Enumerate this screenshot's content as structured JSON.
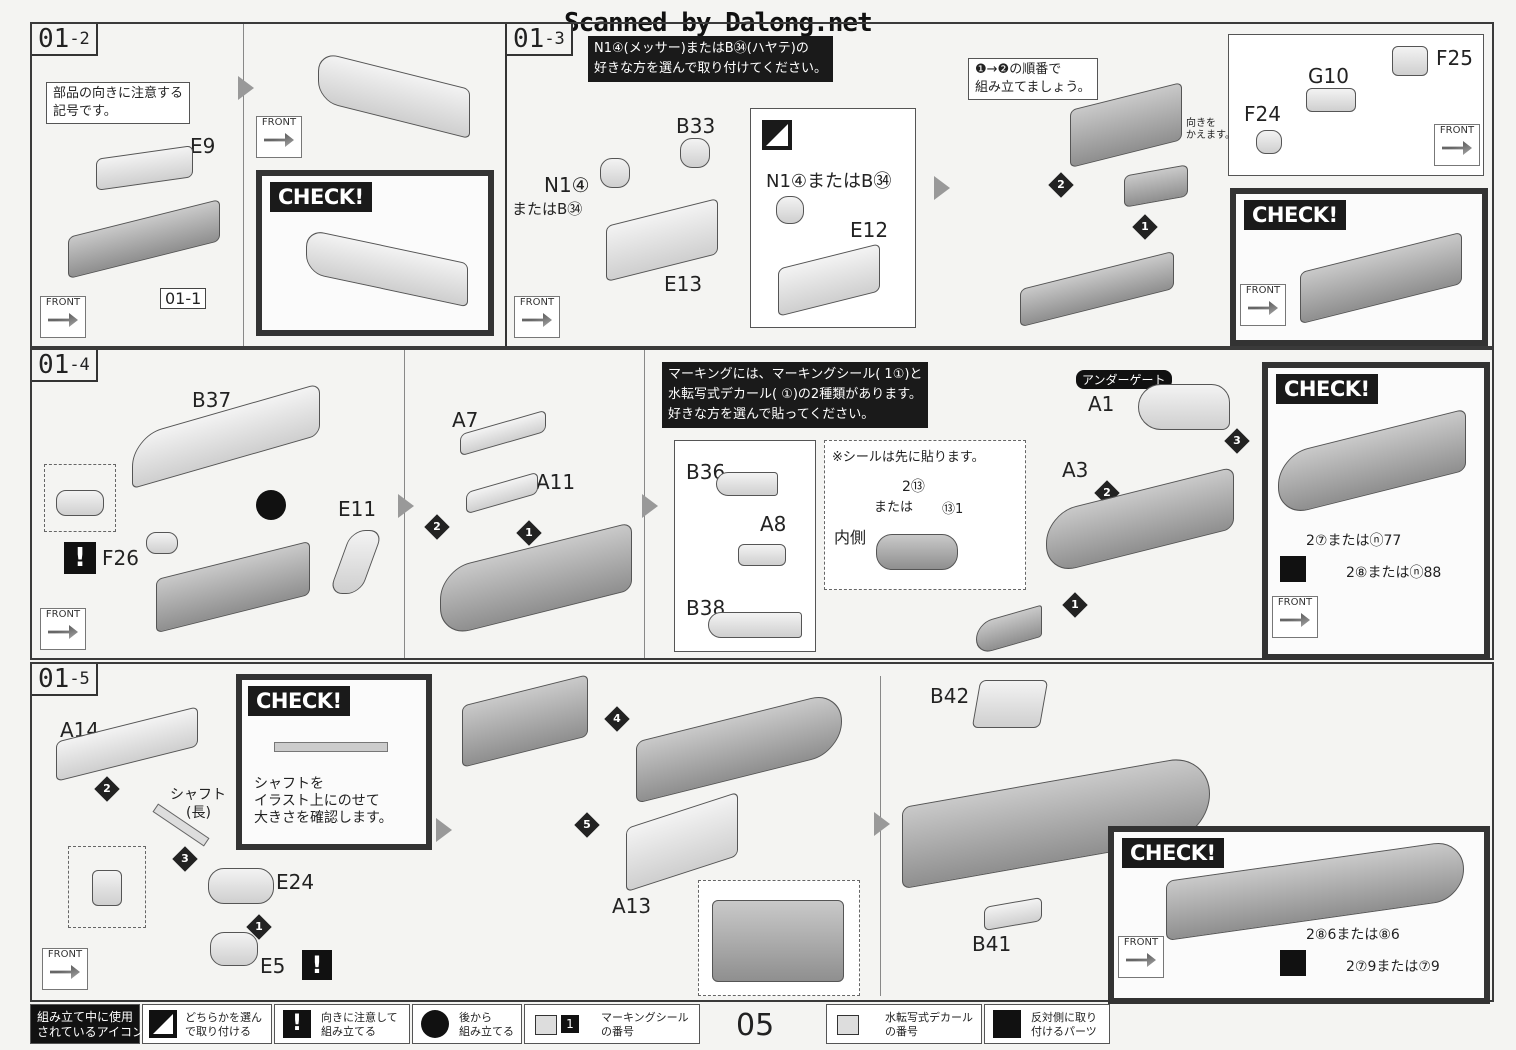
{
  "header": {
    "watermark": "Scanned by Dalong.net"
  },
  "step_01_2": {
    "number": "01",
    "sub": "-2",
    "note": "部品の向きに注意する記号です。",
    "part_e9": "E9",
    "ref": "01-1",
    "check": "CHECK!",
    "front": "FRONT"
  },
  "step_01_3": {
    "number": "01",
    "sub": "-3",
    "instruction_line1": "N1④(メッサー)またはB㉞(ハヤテ)の",
    "instruction_line2": "好きな方を選んで取り付けてください。",
    "b33": "B33",
    "n14": "N1④",
    "or_b34": "またはB㉞",
    "e13": "E13",
    "alt_label": "N1④またはB㉞",
    "e12": "E12",
    "order_note_line1": "❶→❷の順番で",
    "order_note_line2": "組み立てましょう。",
    "g10": "G10",
    "f25": "F25",
    "f24": "F24",
    "orient_note_line1": "向きを",
    "orient_note_line2": "かえます。",
    "check": "CHECK!",
    "front": "FRONT"
  },
  "step_01_4": {
    "number": "01",
    "sub": "-4",
    "b37": "B37",
    "f26": "F26",
    "e11": "E11",
    "a7": "A7",
    "a11": "A11",
    "marking_line1": "マーキングには、マーキングシール( 1①)と",
    "marking_line2": "水転写式デカール( ①)の2種類があります。",
    "marking_line3": "好きな方を選んで貼ってください。",
    "b36": "B36",
    "a8": "A8",
    "b38": "B38",
    "seal_first": "※シールは先に貼ります。",
    "seal_2": "2⑬",
    "or": "または",
    "seal_131": "⑬1",
    "inside": "内側",
    "under_gate": "アンダーゲート",
    "a1": "A1",
    "a3": "A3",
    "check": "CHECK!",
    "check_line1": "2⑦またはⓝ77",
    "check_line2": "2⑧またはⓝ88",
    "front": "FRONT"
  },
  "step_01_5": {
    "number": "01",
    "sub": "-5",
    "a14": "A14",
    "shaft": "シャフト",
    "shaft_long": "(長)",
    "e24": "E24",
    "e5": "E5",
    "check": "CHECK!",
    "check_text_line1": "シャフトを",
    "check_text_line2": "イラスト上にのせて",
    "check_text_line3": "大きさを確認します。",
    "a13": "A13",
    "b42": "B42",
    "b41": "B41",
    "check2": "CHECK!",
    "check2_line1": "2⑧6または⑧6",
    "check2_line2": "2⑦9または⑦9",
    "front": "FRONT"
  },
  "legend": {
    "title_line1": "組み立て中に使用",
    "title_line2": "されているアイコン",
    "choose_line1": "どちらかを選ん",
    "choose_line2": "で取り付ける",
    "orient_line1": "向きに注意して",
    "orient_line2": "組み立てる",
    "later_line1": "後から",
    "later_line2": "組み立てる",
    "seal_line1": "マーキングシール",
    "seal_line2": "の番号",
    "page": "05",
    "decal_line1": "水転写式デカール",
    "decal_line2": "の番号",
    "opp_line1": "反対側に取り",
    "opp_line2": "付けるパーツ"
  }
}
